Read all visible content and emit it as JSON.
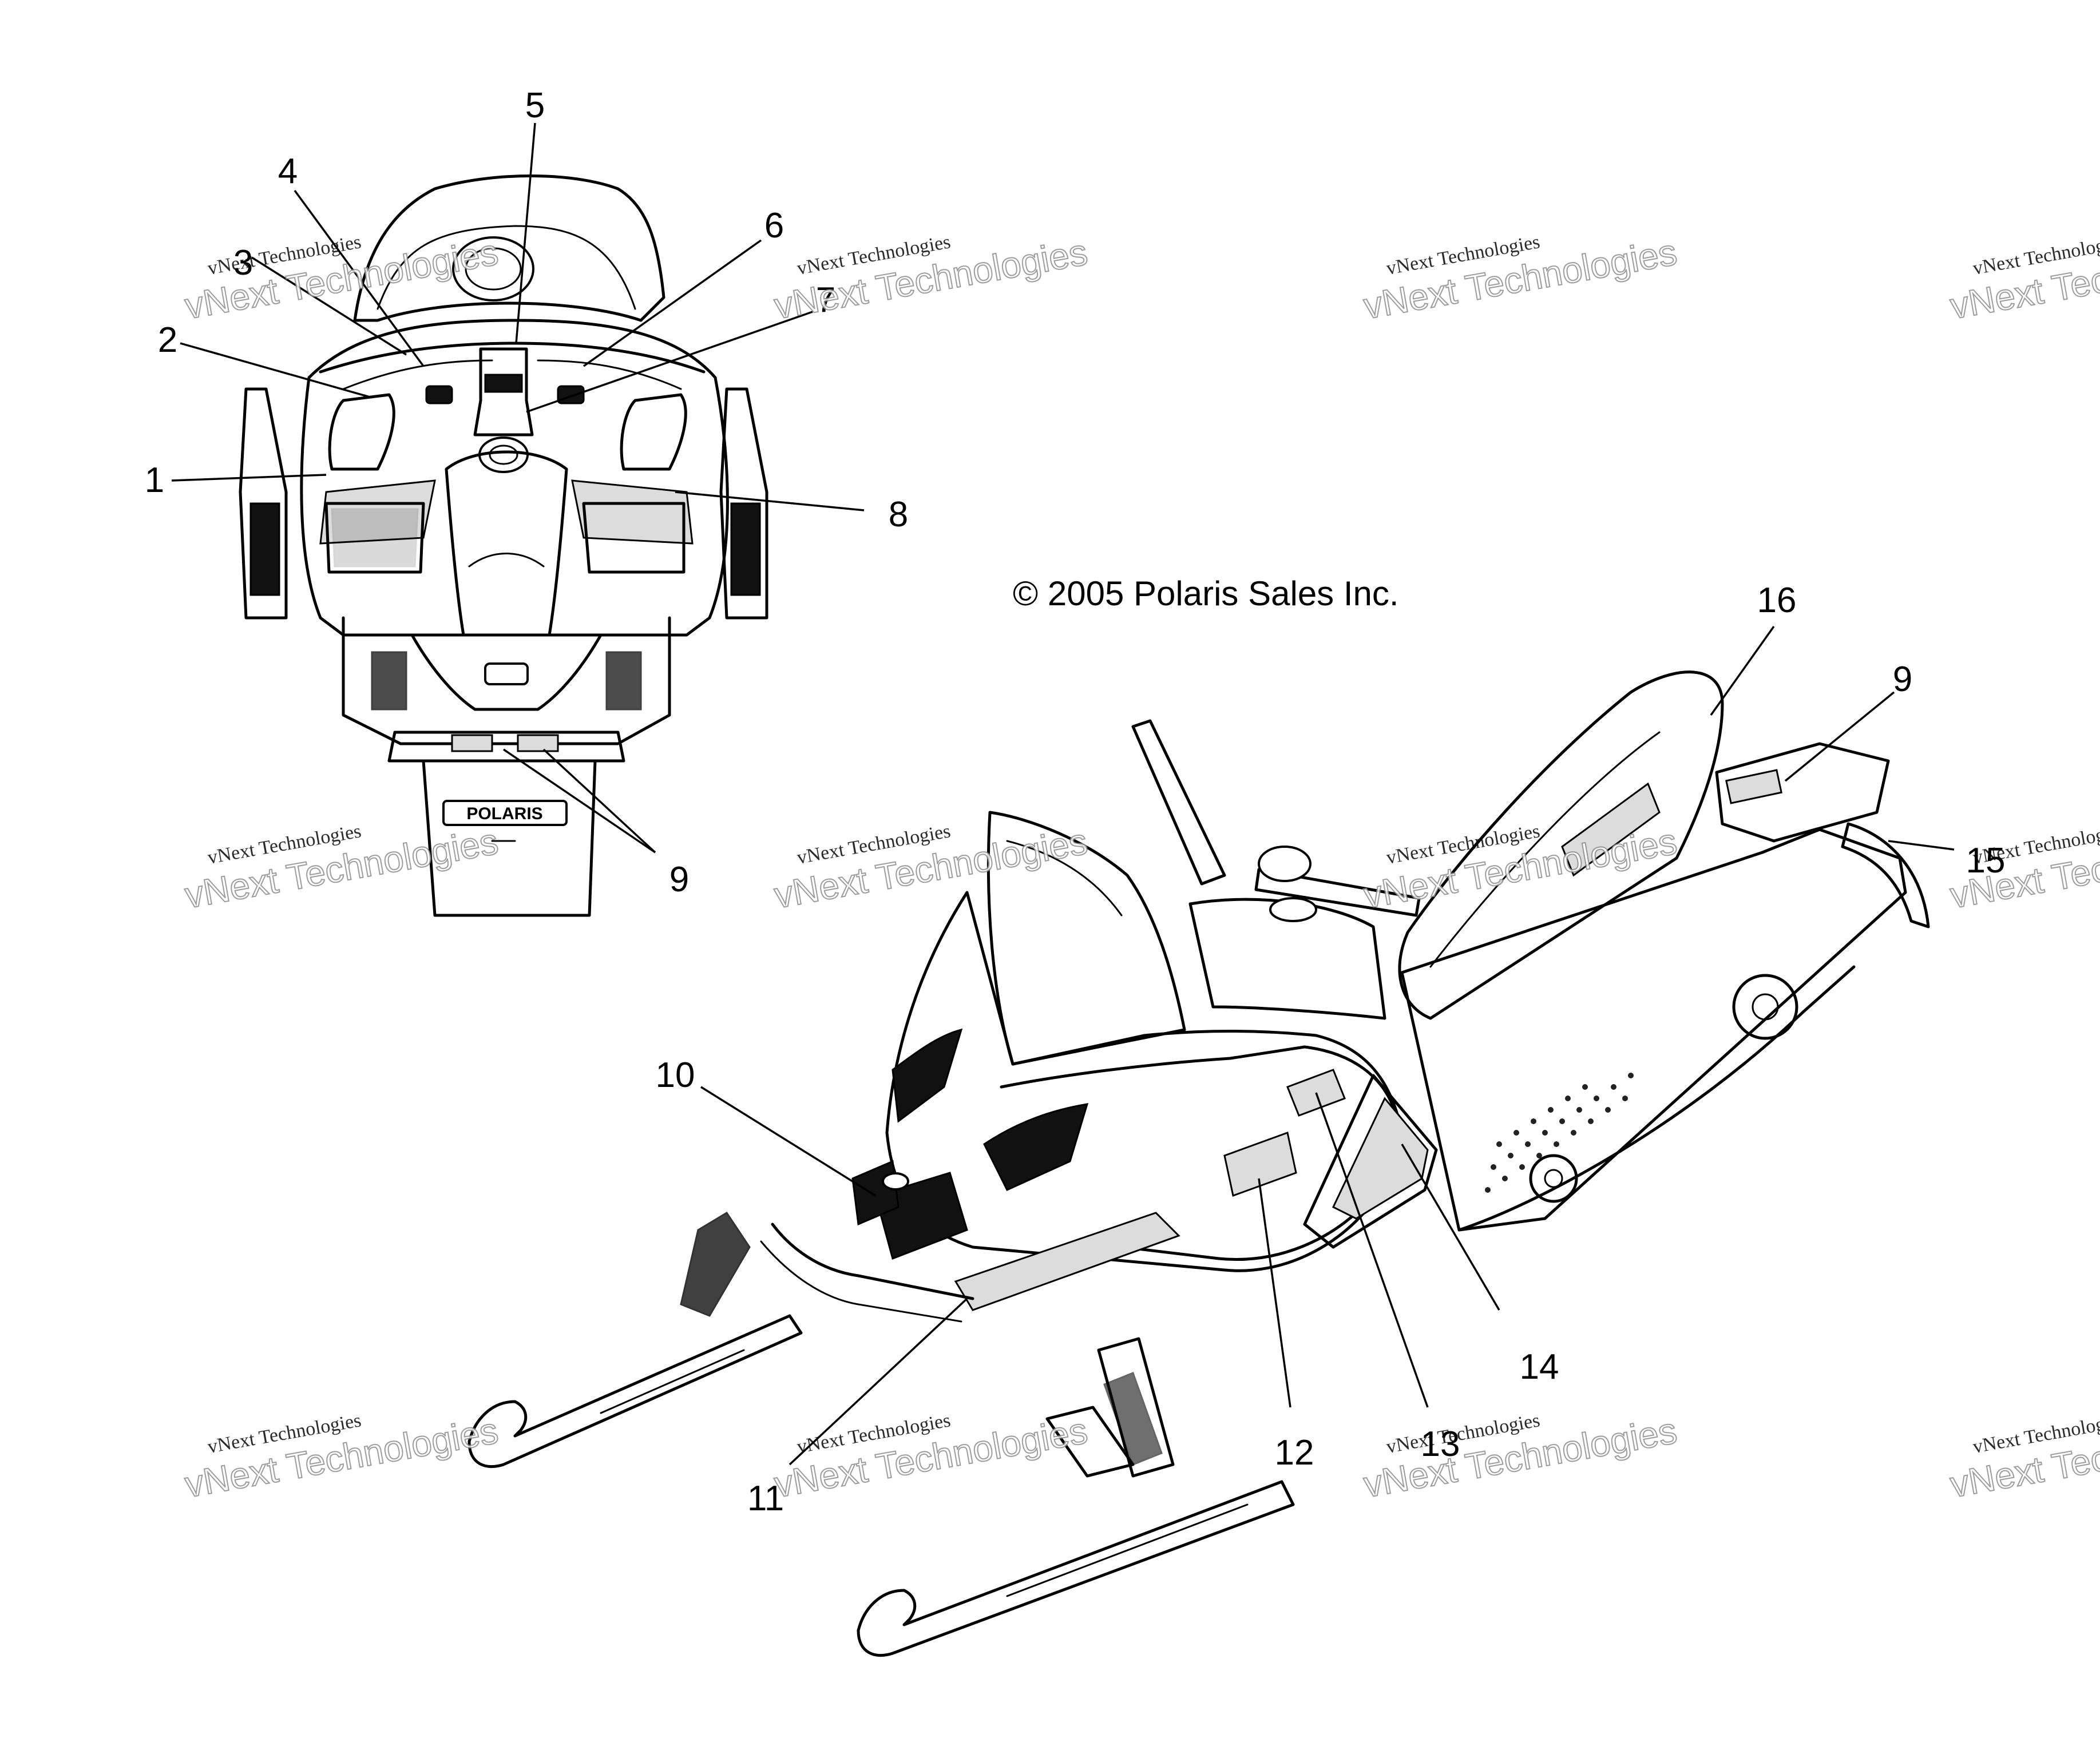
{
  "copyright": "© 2005 Polaris Sales Inc.",
  "brand_label": "POLARIS",
  "watermark": {
    "line1": "vNext Technologies",
    "line2": "vNext Technologies"
  },
  "callouts": [
    "1",
    "2",
    "3",
    "4",
    "5",
    "6",
    "7",
    "8",
    "9",
    "9",
    "10",
    "11",
    "12",
    "13",
    "14",
    "15",
    "16"
  ]
}
